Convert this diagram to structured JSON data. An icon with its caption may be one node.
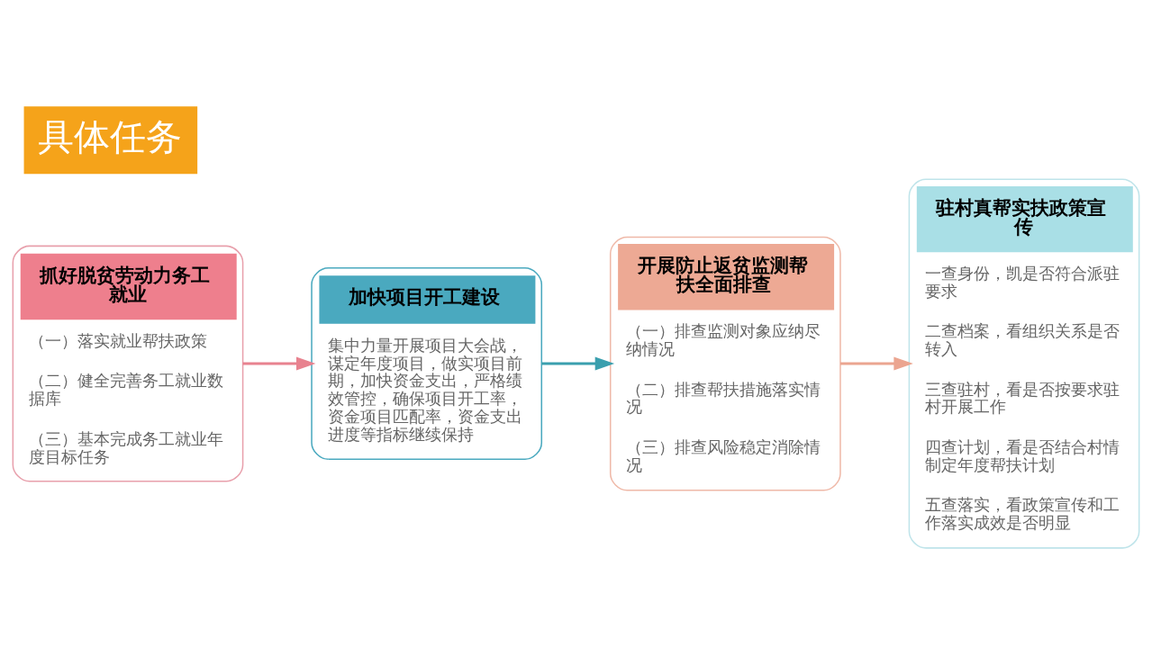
{
  "diagram": {
    "title": "具体任务",
    "nodes": [
      {
        "text": [
          "抓好脱贫劳动力务工就业",
          "（一）落实就业帮扶政策",
          "（二）健全完善务工就业数据库",
          "（三）基本完成务工就业年度目标任务"
        ]
      },
      {
        "text": [
          "加快项目开工建设",
          "集中力量开展项目大会战，谋定年度项目，做实项目前期，加快资金支出，严格绩效管控，确保项目开工率，资金项目匹配率，资金支出进度等指标继续保持"
        ]
      },
      {
        "text": [
          "开展防止返贫监测帮扶全面排查",
          "（一）排查监测对象应纳尽纳情况",
          "（二）排查帮扶措施落实情况",
          "（三）排查风险稳定消除情况"
        ]
      },
      {
        "text": [
          "驻村真帮实扶政策宣传",
          "一查身份，凯是否符合派驻要求",
          "二查档案，看组织关系是否转入",
          "三查驻村，看是否按要求驻村开展工作",
          "四查计划，看是否结合村情制定年度帮扶计划",
          "五查落实，看政策宣传和工作落实成效是否明显"
        ]
      }
    ],
    "edges": [
      {
        "from": 0,
        "to": 1,
        "arrow": "to",
        "color": "#e8828f"
      },
      {
        "from": 1,
        "to": 2,
        "arrow": "to",
        "color": "#3a9fae"
      },
      {
        "from": 2,
        "to": 3,
        "arrow": "to",
        "color": "#eba590"
      }
    ]
  }
}
